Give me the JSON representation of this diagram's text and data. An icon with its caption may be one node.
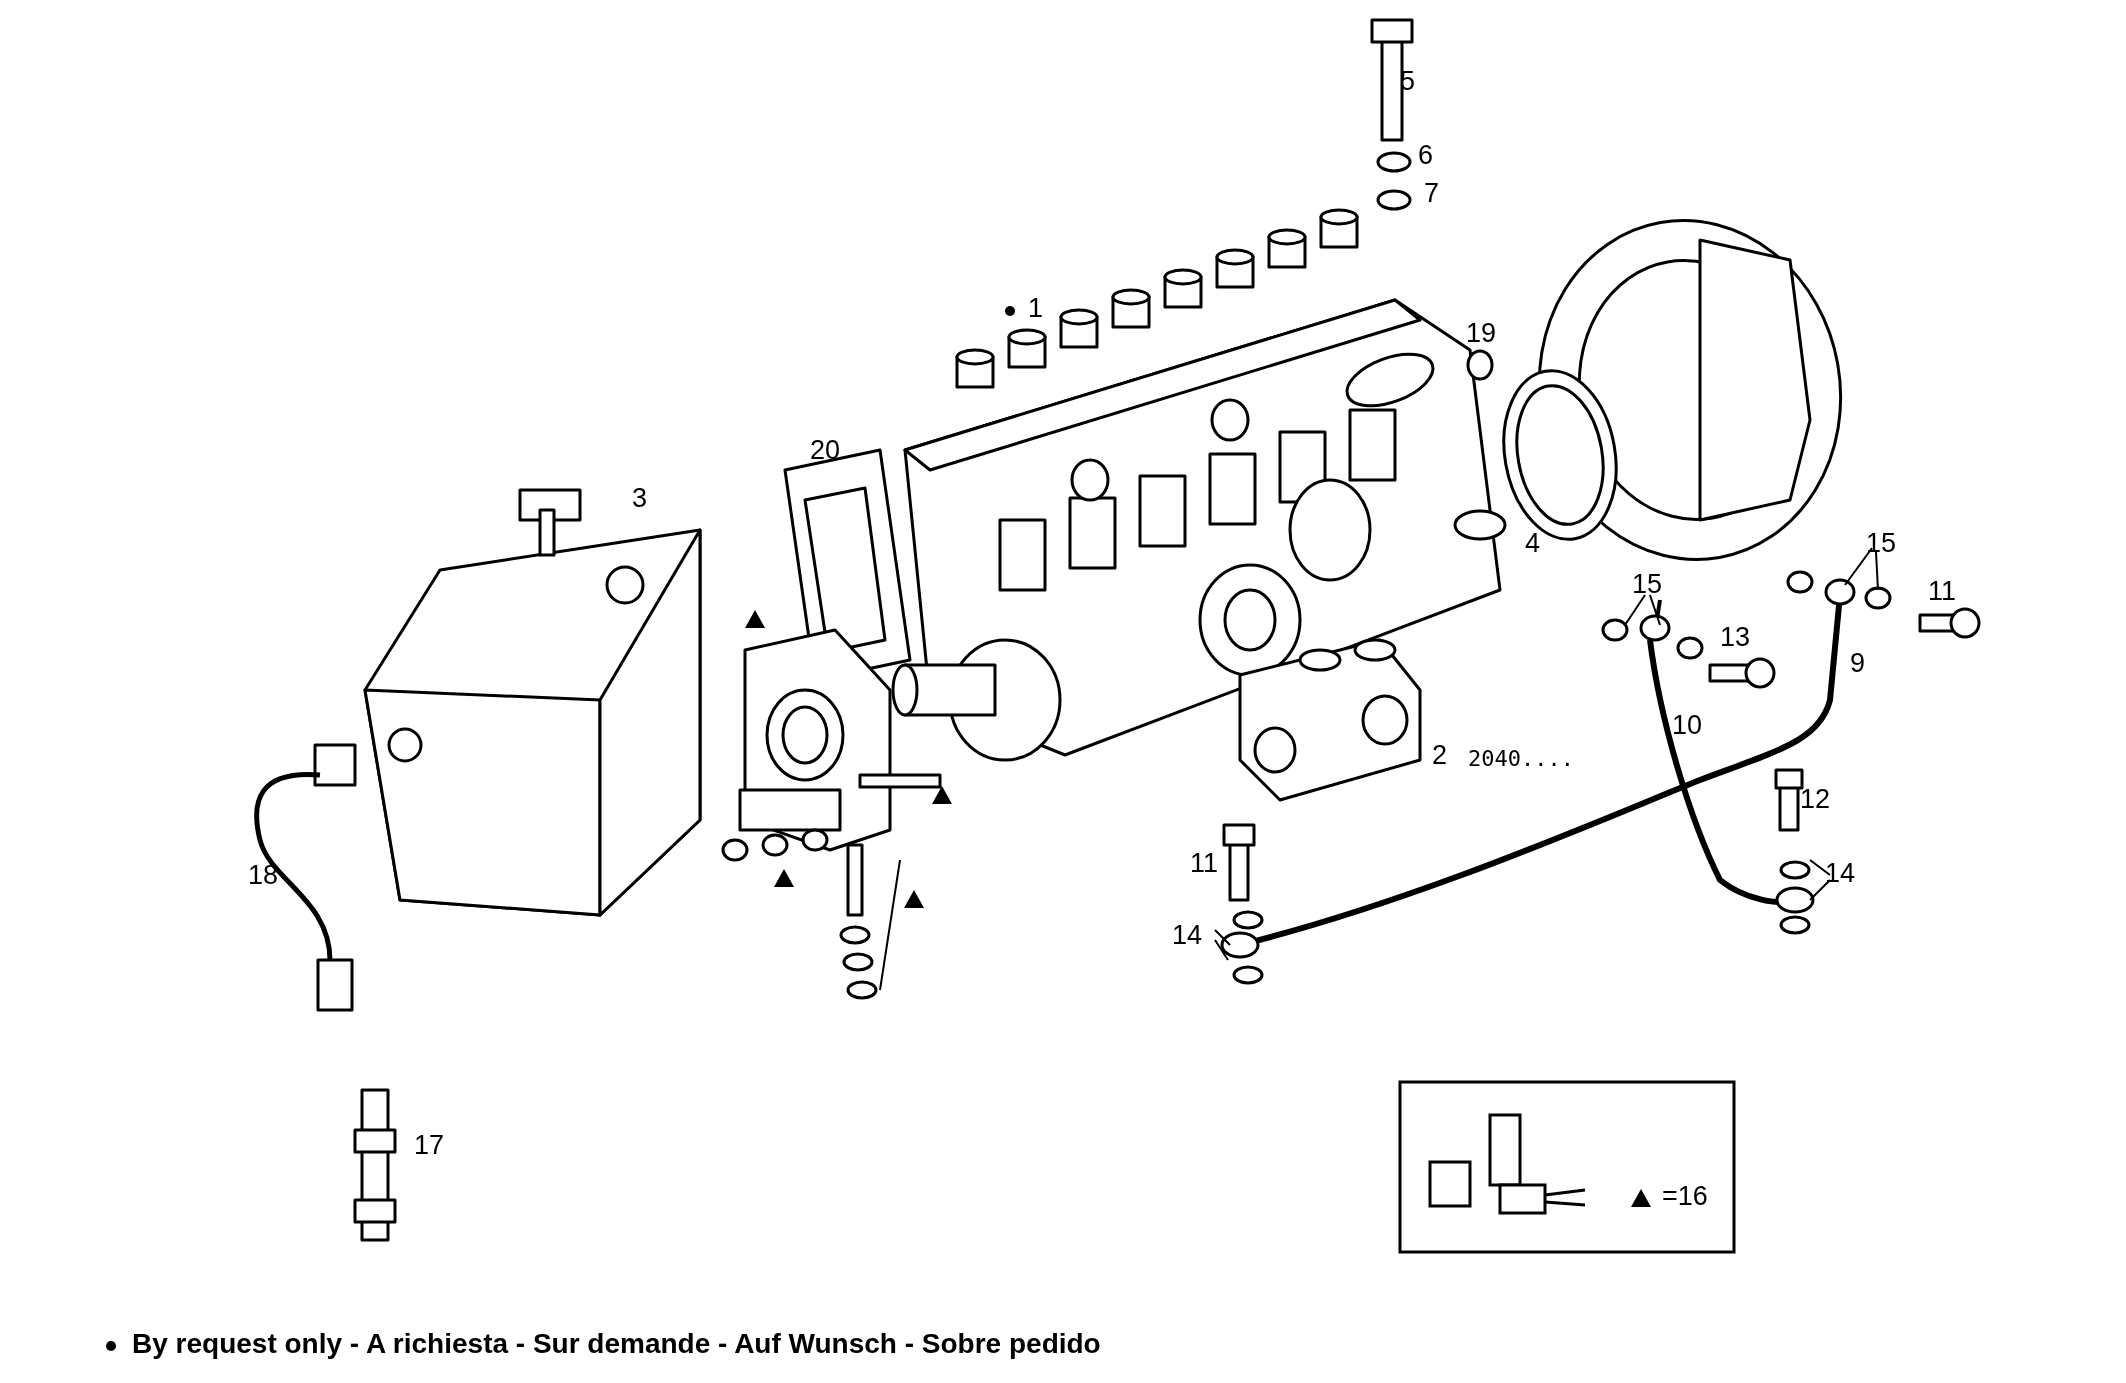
{
  "diagram": {
    "labels": [
      "1",
      "5",
      "6",
      "7",
      "19",
      "20",
      "3",
      "4",
      "15",
      "15",
      "11",
      "13",
      "9",
      "10",
      "2",
      "2040....",
      "12",
      "18",
      "11",
      "14",
      "14",
      "17"
    ],
    "legend": [
      {
        "text": "=16"
      },
      {
        "text": "By request only - A richiesta - Sur demande - Auf Wunsch - Sobre pedido"
      }
    ]
  }
}
